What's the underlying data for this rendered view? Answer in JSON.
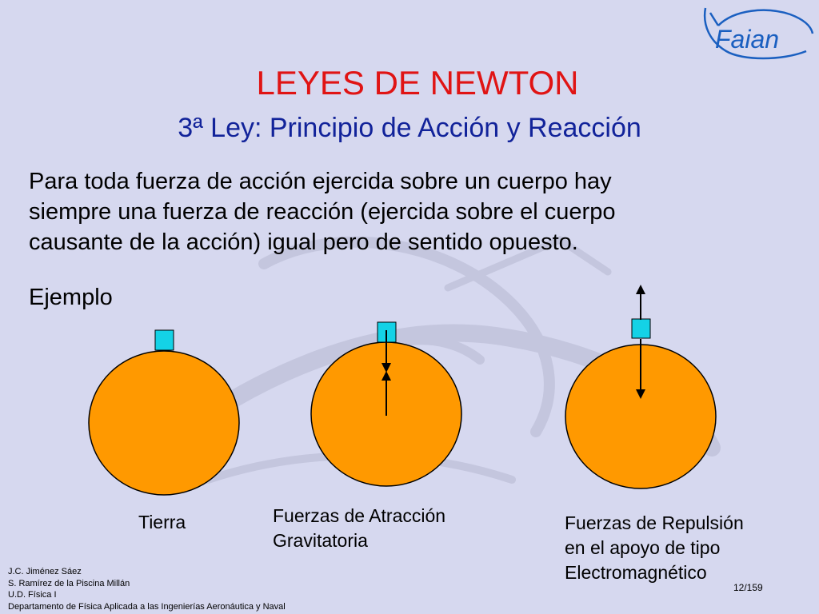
{
  "slide": {
    "title": "LEYES DE NEWTON",
    "subtitle": "3ª Ley: Principio de Acción y Reacción",
    "body_lines": [
      "Para toda fuerza de acción ejercida sobre un cuerpo hay",
      "siempre una fuerza de reacción (ejercida sobre el cuerpo",
      "causante de la acción) igual pero de sentido opuesto."
    ],
    "example_label": "Ejemplo"
  },
  "logo": {
    "text": "Faian"
  },
  "diagram": {
    "captions": [
      {
        "lines": [
          "Tierra"
        ]
      },
      {
        "lines": [
          "Fuerzas de Atracción",
          "Gravitatoria"
        ]
      },
      {
        "lines": [
          "Fuerzas de Repulsión",
          "en el apoyo de tipo",
          "Electromagnético"
        ]
      }
    ]
  },
  "footer": {
    "lines": [
      "J.C. Jiménez Sáez",
      "S. Ramírez de la Piscina Millán",
      "U.D. Física I",
      "Departamento de Física Aplicada a las Ingenierías Aeronáutica y Naval"
    ],
    "page_number": "12/159"
  },
  "colors": {
    "background": "#d6d8ef",
    "title": "#e01414",
    "subtitle": "#12239a",
    "planet_fill": "#ff9900",
    "block_fill": "#14d2e6",
    "logo": "#1a5fc0"
  }
}
